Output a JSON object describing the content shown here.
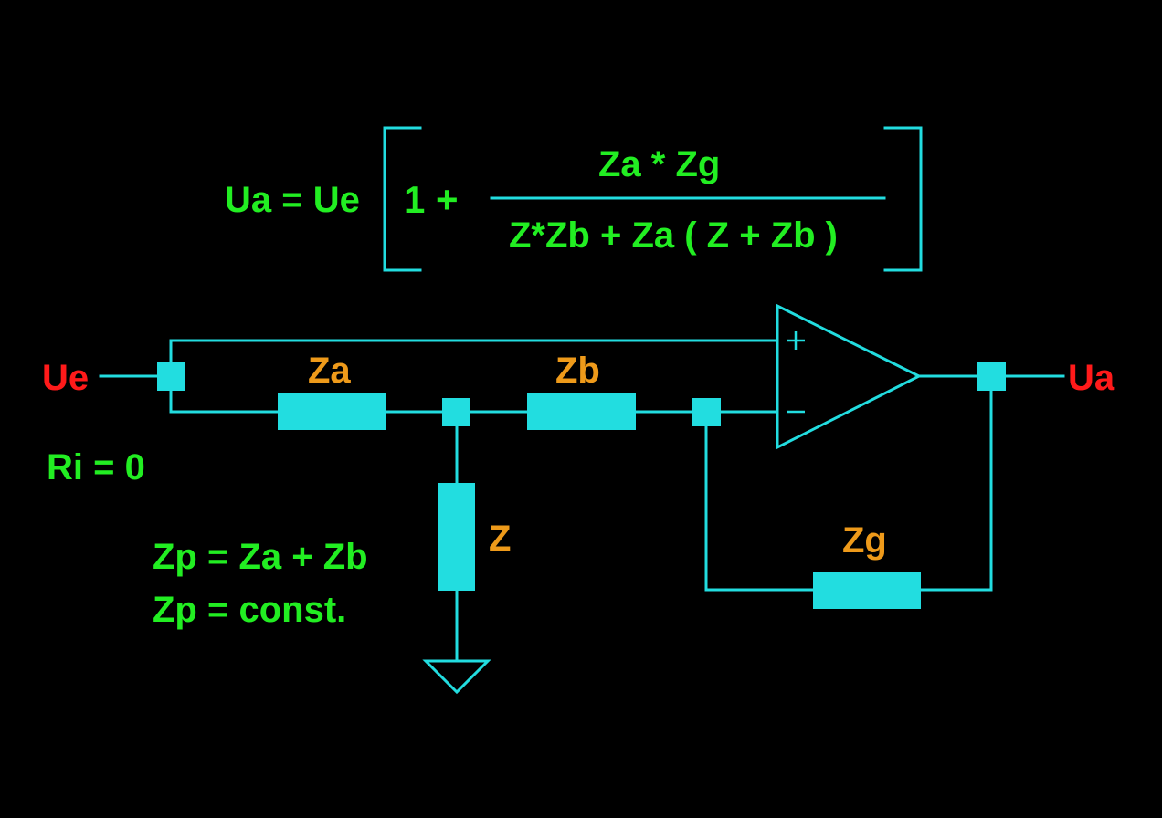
{
  "colors": {
    "background": "#000000",
    "wire": "#22dde0",
    "formula_text": "#22ee22",
    "port_label": "#ff1a1a",
    "component_label": "#ee9a1a"
  },
  "formula": {
    "lhs": "Ua = Ue",
    "one_plus": "1 +",
    "numerator": "Za * Zg",
    "denominator": "Z*Zb + Za ( Z + Zb )"
  },
  "ports": {
    "input": "Ue",
    "output": "Ua"
  },
  "components": {
    "za": "Za",
    "zb": "Zb",
    "z": "Z",
    "zg": "Zg"
  },
  "opamp": {
    "plus_symbol": "+",
    "minus_symbol": "−"
  },
  "notes": {
    "ri": "Ri = 0",
    "zp_sum": "Zp = Za + Zb",
    "zp_const": "Zp = const."
  }
}
